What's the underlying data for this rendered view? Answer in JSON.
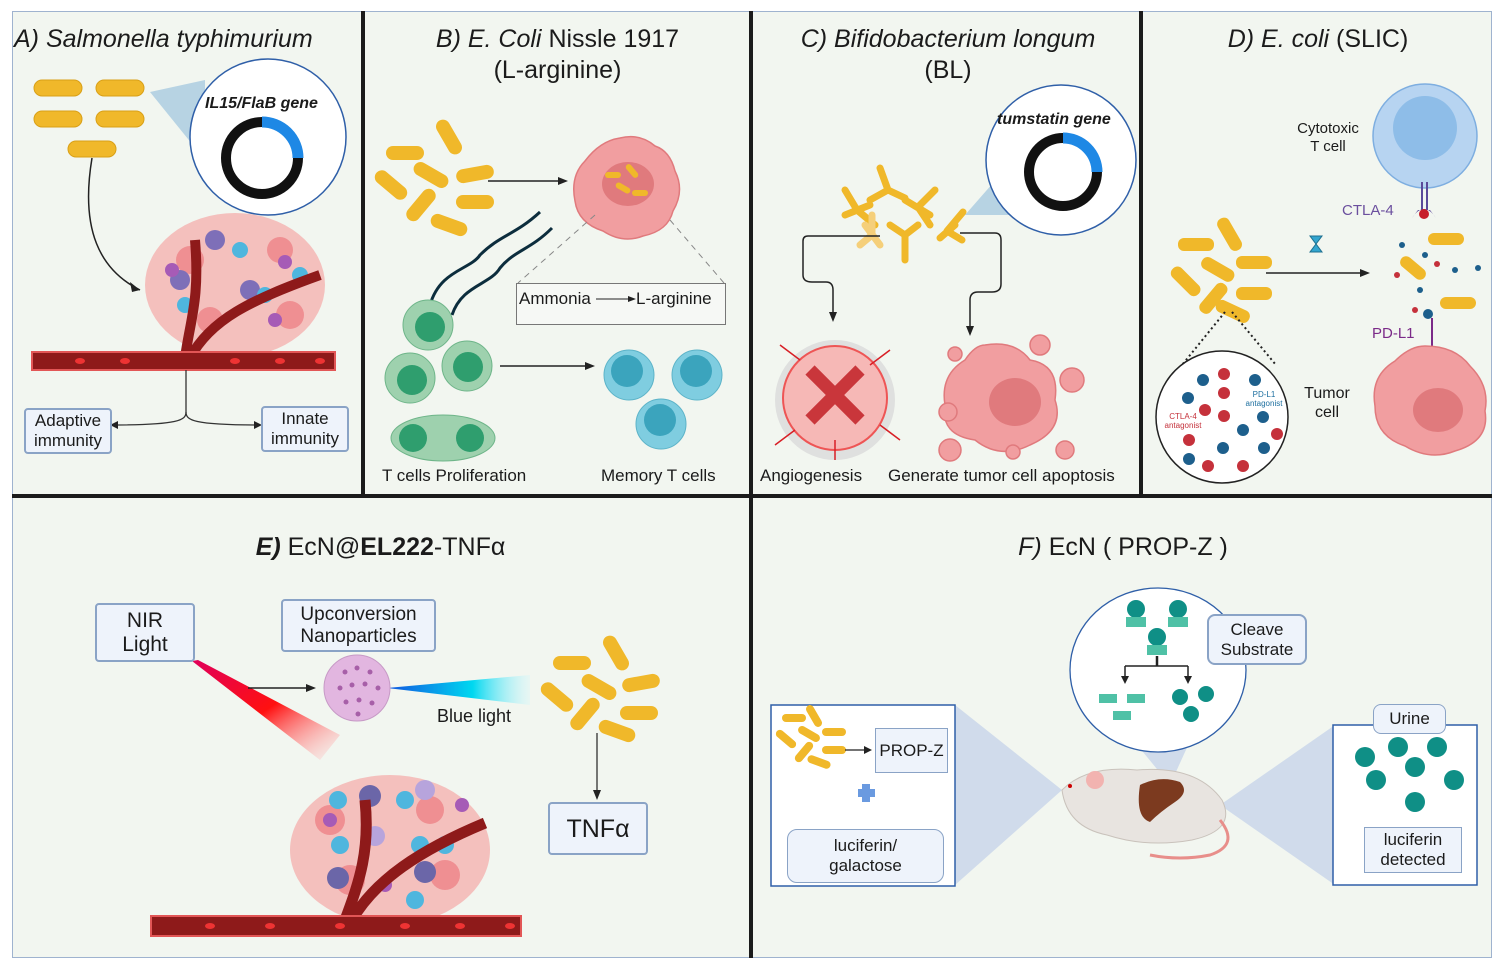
{
  "figure": {
    "panels": {
      "A": {
        "title_prefix": "A)",
        "title_italic": "Salmonella typhimurium",
        "gene_label": "IL15/FlaB gene",
        "box_left": "Adaptive\nimmunity",
        "box_left_l1": "Adaptive",
        "box_left_l2": "immunity",
        "box_right_l1": "Innate",
        "box_right_l2": "immunity"
      },
      "B": {
        "title_italic": "B) E. Coli",
        "title_normal": " Nissle 1917",
        "title_line2": "(L-arginine)",
        "conversion_from": "Ammonia",
        "conversion_to": "L-arginine",
        "label_left": "T cells Proliferation",
        "label_right": "Memory T cells"
      },
      "C": {
        "title_italic": "C) Bifidobacterium longum",
        "title_line2": "(BL)",
        "gene_label": "tumstatin gene",
        "label_left": "Angiogenesis",
        "label_right": "Generate tumor cell apoptosis"
      },
      "D": {
        "title_italic": "D) E. coli",
        "title_normal": " (SLIC)",
        "t_cell_l1": "Cytotoxic",
        "t_cell_l2": "T cell",
        "ctla4": "CTLA-4",
        "pdl1": "PD-L1",
        "tumor_l1": "Tumor",
        "tumor_l2": "cell",
        "pdl1_antagonist_l1": "PD-L1",
        "pdl1_antagonist_l2": "antagonist",
        "ctla4_antagonist_l1": "CTLA-4",
        "ctla4_antagonist_l2": "antagonist"
      },
      "E": {
        "title_italic": "E)",
        "title_normal": " EcN@",
        "title_bold": "EL222",
        "title_tail": "-TNFα",
        "nir_l1": "NIR",
        "nir_l2": "Light",
        "ucnp_l1": "Upconversion",
        "ucnp_l2": "Nanoparticles",
        "blue_light": "Blue light",
        "tnf": "TNFα"
      },
      "F": {
        "title_italic": "F)",
        "title_normal": " EcN ( PROP-Z )",
        "cleave_l1": "Cleave",
        "cleave_l2": "Substrate",
        "propz": "PROP-Z",
        "luciferin_l1": "luciferin/",
        "luciferin_l2": "galactose",
        "urine": "Urine",
        "detected_l1": "luciferin",
        "detected_l2": "detected"
      }
    },
    "colors": {
      "background": "#f2f6f0",
      "bacteria": "#f0b82a",
      "plasmid_blue": "#1e88e5",
      "tumor_pink": "#f19ea0",
      "vessel": "#8e1a1a",
      "teal": "#0f8f86",
      "divider": "#1b1b1b"
    }
  }
}
